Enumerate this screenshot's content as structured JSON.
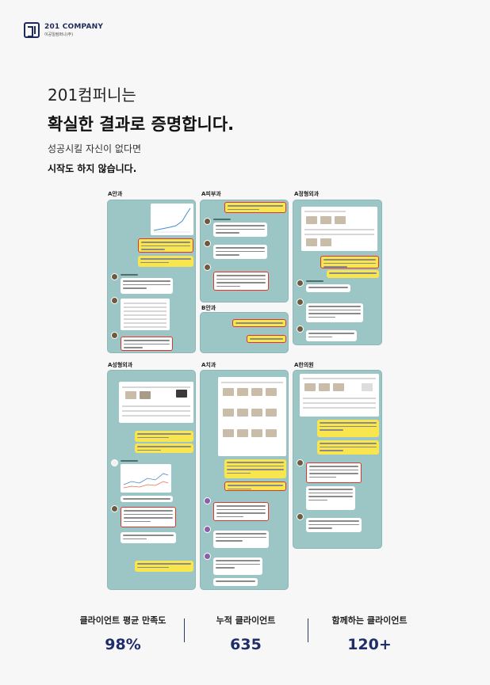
{
  "brand": {
    "name": "201 COMPANY",
    "sub": "이공일컴퍼니(주)"
  },
  "headline": {
    "line1": "201컴퍼니는",
    "line2": "확실한 결과로 증명합니다."
  },
  "subhead": {
    "line1": "성공시킬 자신이 없다면",
    "line2": "시작도 하지 않습니다."
  },
  "cards": [
    {
      "label": "A안과"
    },
    {
      "label": "A피부과"
    },
    {
      "label": "A정형외과"
    },
    {
      "label": "B안과"
    },
    {
      "label": "A성형외과"
    },
    {
      "label": "A치과"
    },
    {
      "label": "A한의원"
    }
  ],
  "stats": [
    {
      "label": "클라이언트 평균 만족도",
      "value": "98%"
    },
    {
      "label": "누적 클라이언트",
      "value": "635"
    },
    {
      "label": "함께하는 클라이언트",
      "value": "120+"
    }
  ],
  "colors": {
    "accent": "#1f2d6b",
    "card_bg": "#9bc6c5",
    "bubble_yellow": "#f9e64f",
    "highlight_red": "#e0352b"
  }
}
